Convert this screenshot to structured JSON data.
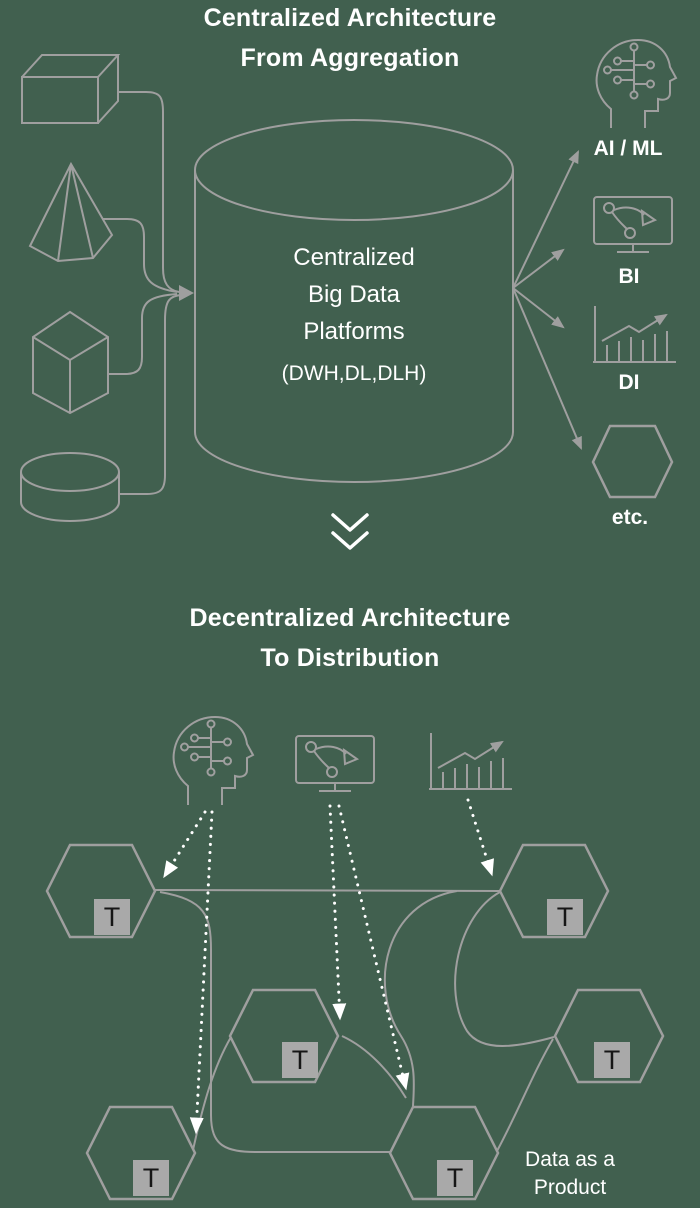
{
  "colors": {
    "background": "#41604f",
    "line_gray": "#9f9f9f",
    "text_white": "#ffffff",
    "node_fill": "#a9a9a9",
    "node_text": "#161616"
  },
  "centralized": {
    "title_line1": "Centralized Architecture",
    "title_line2": "From Aggregation",
    "cylinder": {
      "line1": "Centralized",
      "line2": "Big Data",
      "line3": "Platforms",
      "subtitle": "(DWH,DL,DLH)"
    },
    "consumers": [
      {
        "icon": "brain-circuit",
        "label": "AI / ML"
      },
      {
        "icon": "monitor-strategy",
        "label": "BI"
      },
      {
        "icon": "bar-chart-trend",
        "label": "DI"
      },
      {
        "icon": "hexagon",
        "label": "etc."
      }
    ]
  },
  "divider": {
    "icon": "double-chevron-down"
  },
  "decentralized": {
    "title_line1": "Decentralized Architecture",
    "title_line2": "To Distribution",
    "producers": [
      {
        "icon": "brain-circuit"
      },
      {
        "icon": "monitor-strategy"
      },
      {
        "icon": "bar-chart-trend"
      }
    ],
    "nodes": [
      {
        "label": "T"
      },
      {
        "label": "T"
      },
      {
        "label": "T"
      },
      {
        "label": "T"
      },
      {
        "label": "T"
      },
      {
        "label": "T"
      }
    ],
    "caption_line1": "Data as a",
    "caption_line2": "Product"
  }
}
